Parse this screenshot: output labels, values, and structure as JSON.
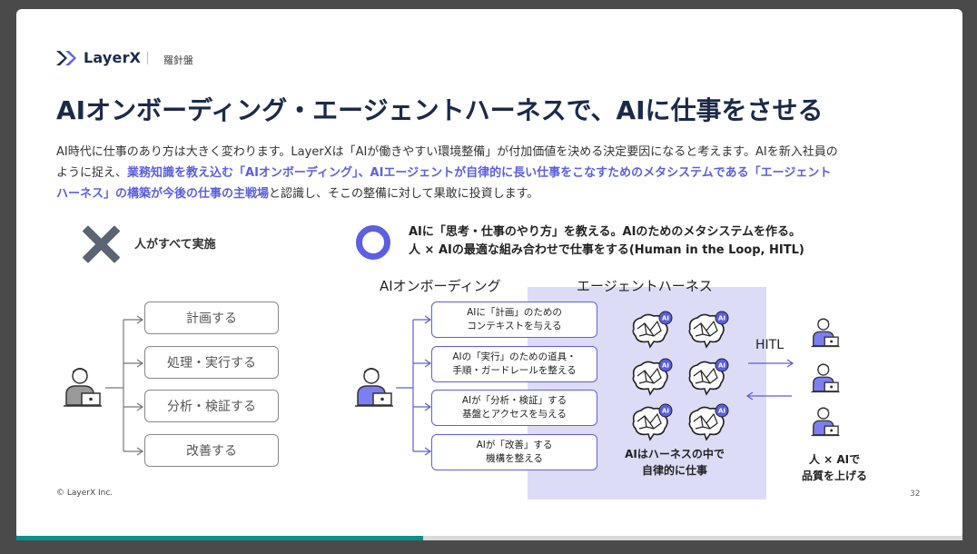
{
  "header": {
    "brand": "LayerX",
    "sub": "羅針盤"
  },
  "title": "AIオンボーディング・エージェントハーネスで、AIに仕事をさせる",
  "lead": {
    "p1": "AI時代に仕事のあり方は大きく変わります。LayerXは「AIが働きやすい環境整備」が付加価値を決める決定要因になると考えます。AIを新入社員の",
    "p2": "ように捉え、",
    "h1": "業務知識を教え込む「AIオンボーディング」、AIエージェントが自律的に長い仕事をこなすためのメタシステムである「エージェント",
    "h2": "ハーネス」の構築が今後の仕事の主戦場",
    "p3": "と認識し、そこの整備に対して果敢に投資します。"
  },
  "left": {
    "caption": "人がすべて実施",
    "tasks": [
      "計画する",
      "処理・実行する",
      "分析・検証する",
      "改善する"
    ]
  },
  "right": {
    "caption_line1": "AIに「思考・仕事のやり方」を教える。AIのためのメタシステムを作る。",
    "caption_line2": "人 × AIの最適な組み合わせで仕事をする(Human in the Loop, HITL)",
    "onboarding_label": "AIオンボーディング",
    "harness_label": "エージェントハーネス",
    "boxes": [
      {
        "l1": "AIに「計画」のための",
        "l2": "コンテキストを与える"
      },
      {
        "l1": "AIの「実行」のための道具・",
        "l2": "手順・ガードレールを整える"
      },
      {
        "l1": "AIが「分析・検証」する",
        "l2": "基盤とアクセスを与える"
      },
      {
        "l1": "AIが「改善」する",
        "l2": "機構を整える"
      }
    ],
    "ai_badge": "AI",
    "harness_caption_l1": "AIはハーネスの中で",
    "harness_caption_l2": "自律的に仕事",
    "hitl": "HITL",
    "human_caption_l1": "人 × AIで",
    "human_caption_l2": "品質を上げる"
  },
  "footer": {
    "copyright": "© LayerX Inc.",
    "page": "32"
  },
  "colors": {
    "accent": "#5b5fe0",
    "title": "#1b2a4a",
    "progress": "#0f8f8a"
  },
  "progress": {
    "fraction": 0.43
  }
}
